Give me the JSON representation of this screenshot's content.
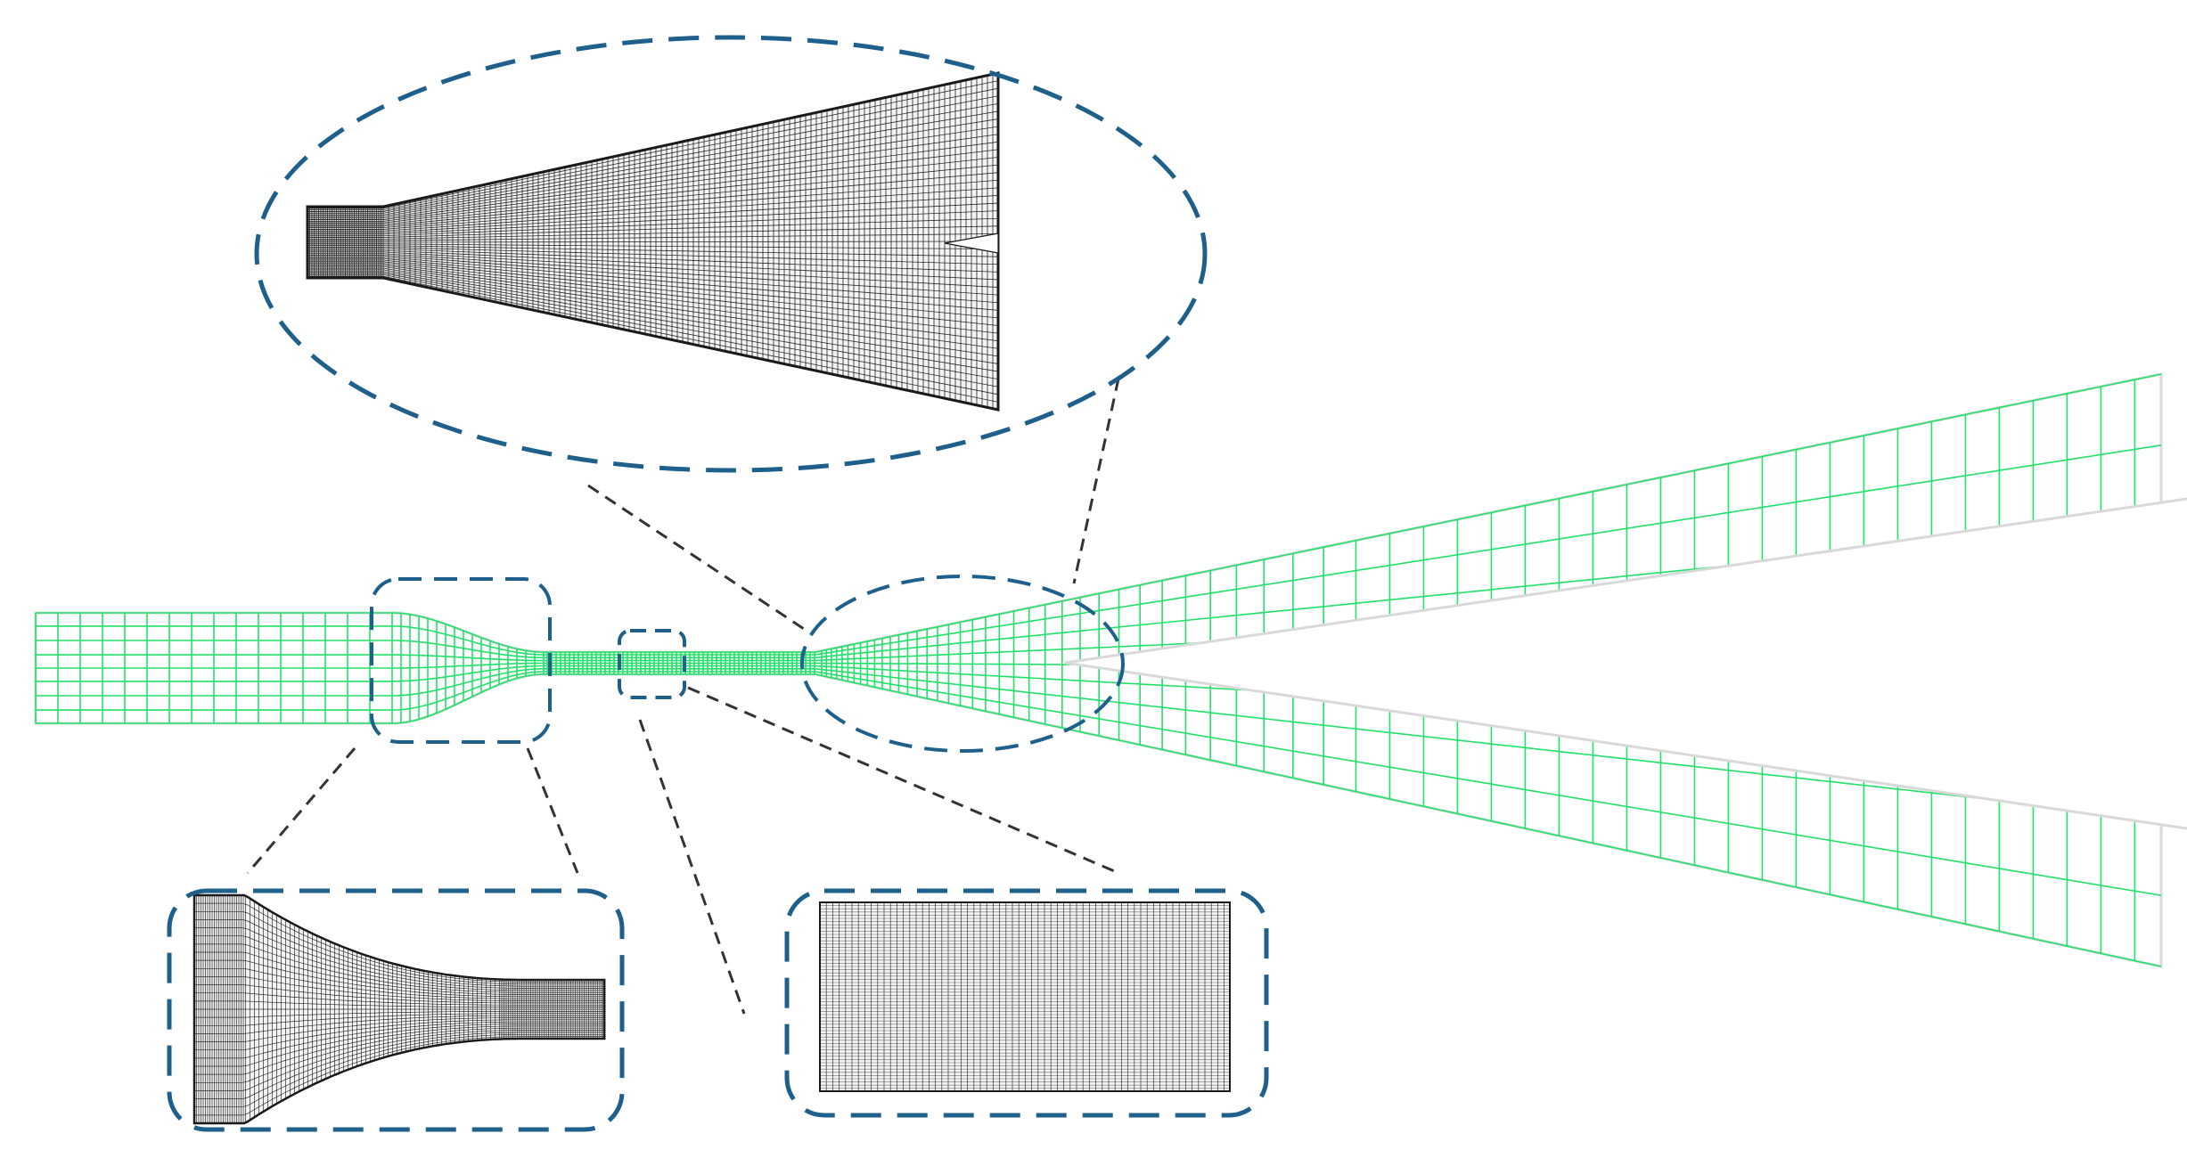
{
  "figure": {
    "coarse_mesh_color": "#22e06a",
    "coarse_mesh_outline_color": "#d9d9d9",
    "fine_mesh_color": "#1a1a1a",
    "callout_border_color": "#1f5f8b",
    "leader_line_color": "#333333",
    "background": "#ffffff",
    "callouts": [
      {
        "name": "diverging-section-detail",
        "target": "nozzle-exit-region",
        "shape": "ellipse"
      },
      {
        "name": "converging-section-detail",
        "target": "inlet-contraction-region",
        "shape": "rounded-rectangle"
      },
      {
        "name": "throat-section-detail",
        "target": "throat-region",
        "shape": "rounded-rectangle"
      }
    ]
  }
}
